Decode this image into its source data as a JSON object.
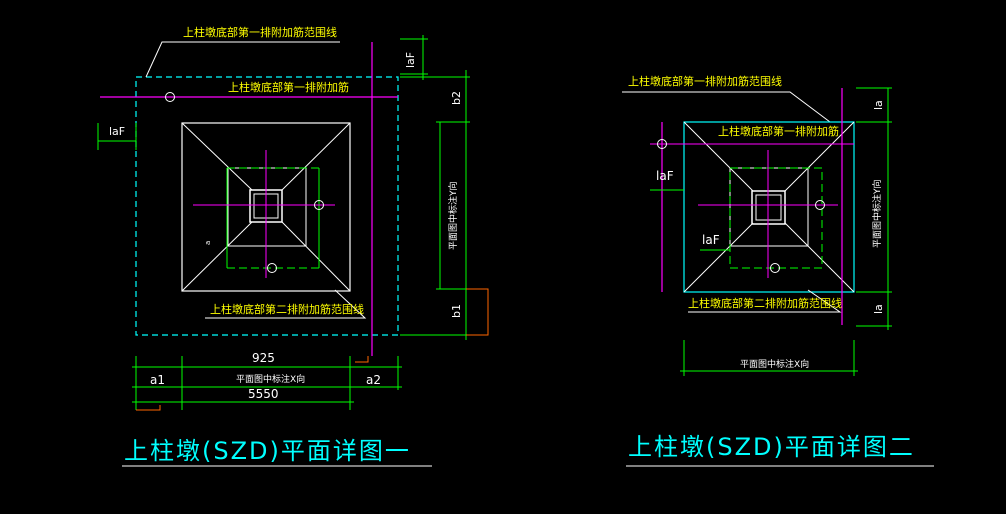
{
  "detail1": {
    "title": "上柱墩(SZD)平面详图一",
    "label_top_boundary": "上柱墩底部第一排附加筋范围线",
    "label_top_rebar": "上柱墩底部第一排附加筋",
    "label_bottom_boundary": "上柱墩底部第二排附加筋范围线",
    "laf_top": "laF",
    "laf_left": "laF",
    "dim_b2": "b2",
    "dim_b1": "b1",
    "dim_a1": "a1",
    "dim_a2": "a2",
    "dim_925": "925",
    "dim_5550": "5550",
    "x_dir_label": "平面图中标注X向",
    "y_dir_label": "平面图中标注Y向",
    "small_a": "a"
  },
  "detail2": {
    "title": "上柱墩(SZD)平面详图二",
    "label_top_boundary": "上柱墩底部第一排附加筋范围线",
    "label_top_rebar": "上柱墩底部第一排附加筋",
    "label_bottom_boundary": "上柱墩底部第二排附加筋范围线",
    "laf_left": "laF",
    "laf_inner": "laF",
    "dim_la_top": "la",
    "dim_la_bottom": "la",
    "x_dir_label": "平面图中标注X向",
    "y_dir_label": "平面图中标注Y向"
  },
  "colors": {
    "background": "#000000",
    "cyan": "#00ffff",
    "green": "#00ff00",
    "magenta": "#ff00ff",
    "yellow": "#ffff00",
    "white": "#ffffff",
    "orange": "#ff6600"
  }
}
